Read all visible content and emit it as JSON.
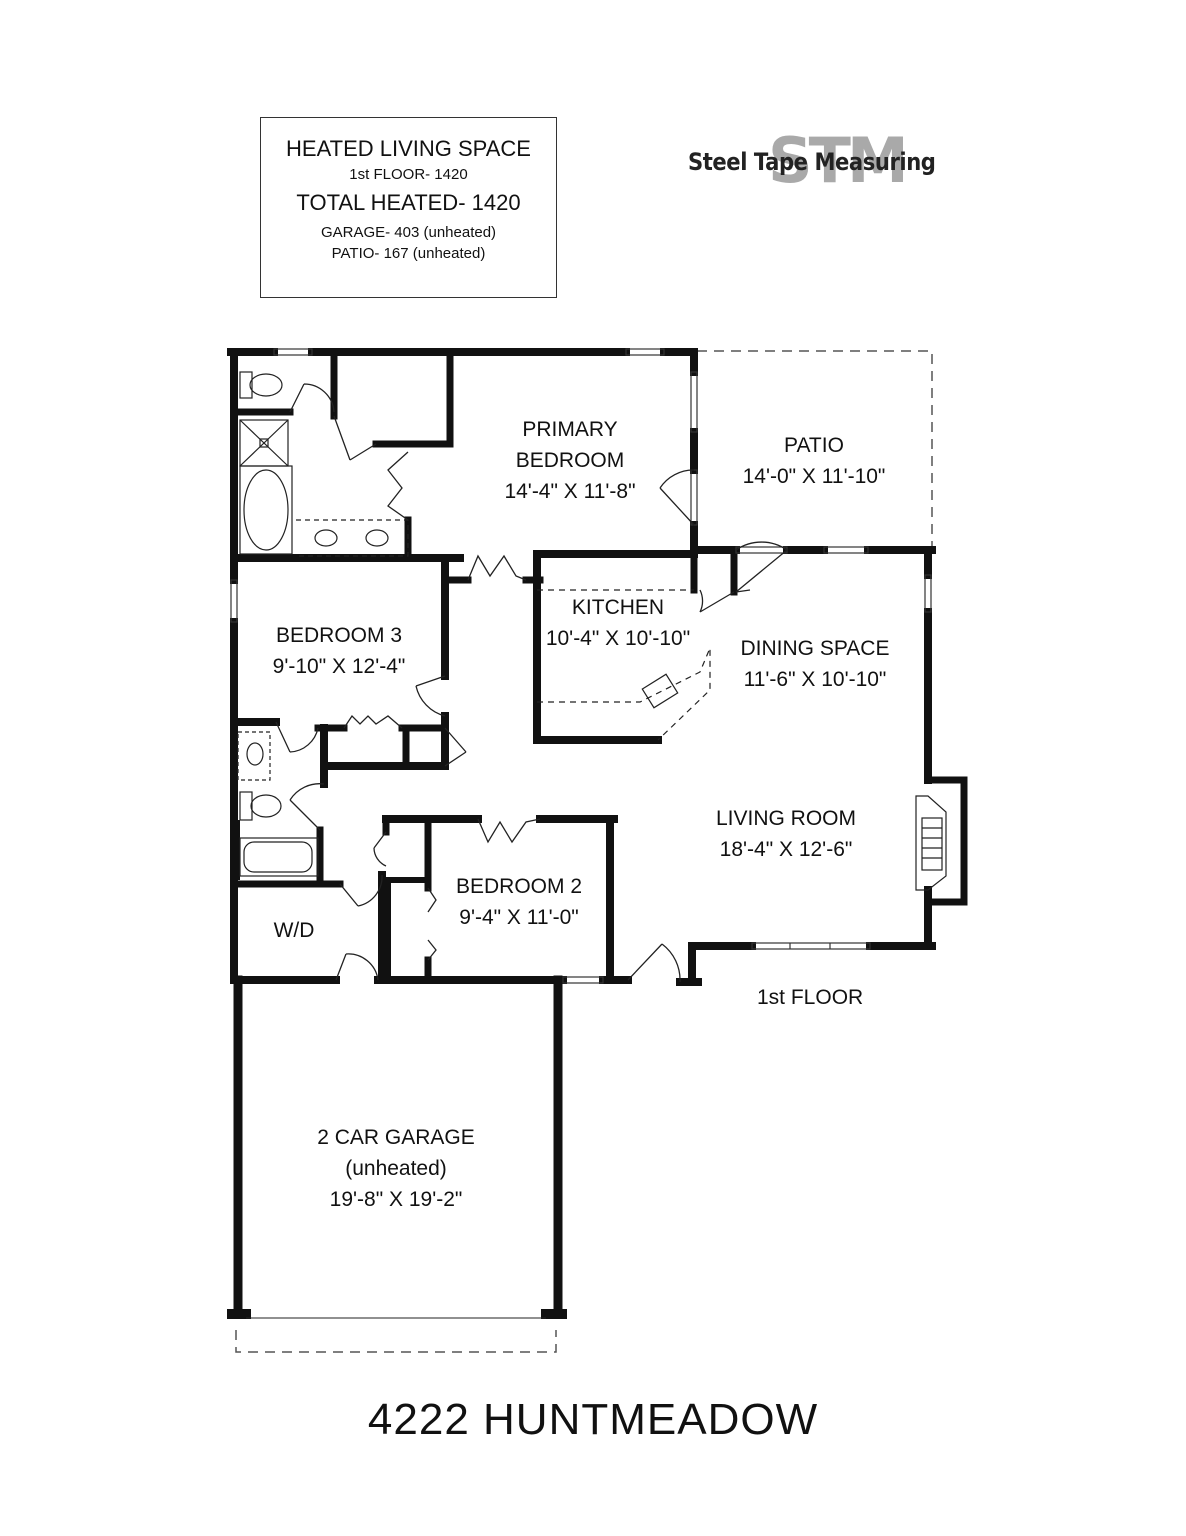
{
  "info_box": {
    "title": "HEATED LIVING SPACE",
    "first_floor": "1st FLOOR- 1420",
    "total": "TOTAL HEATED- 1420",
    "garage": "GARAGE- 403 (unheated)",
    "patio": "PATIO- 167 (unheated)"
  },
  "logo": {
    "monogram": "STM",
    "company": "Steel Tape Measuring"
  },
  "rooms": {
    "primary_bedroom": {
      "name_line1": "PRIMARY",
      "name_line2": "BEDROOM",
      "size": "14'-4\" X 11'-8\""
    },
    "patio": {
      "name": "PATIO",
      "size": "14'-0\" X 11'-10\""
    },
    "bedroom3": {
      "name": "BEDROOM 3",
      "size": "9'-10\" X 12'-4\""
    },
    "kitchen": {
      "name": "KITCHEN",
      "size": "10'-4\" X 10'-10\""
    },
    "dining": {
      "name": "DINING SPACE",
      "size": "11'-6\" X 10'-10\""
    },
    "living": {
      "name": "LIVING ROOM",
      "size": "18'-4\" X 12'-6\""
    },
    "bedroom2": {
      "name": "BEDROOM 2",
      "size": "9'-4\" X 11'-0\""
    },
    "wd": {
      "name": "W/D"
    },
    "garage": {
      "name": "2 CAR GARAGE",
      "note": "(unheated)",
      "size": "19'-8\" X 19'-2\""
    }
  },
  "floor_label": "1st FLOOR",
  "address": "4222 HUNTMEADOW"
}
